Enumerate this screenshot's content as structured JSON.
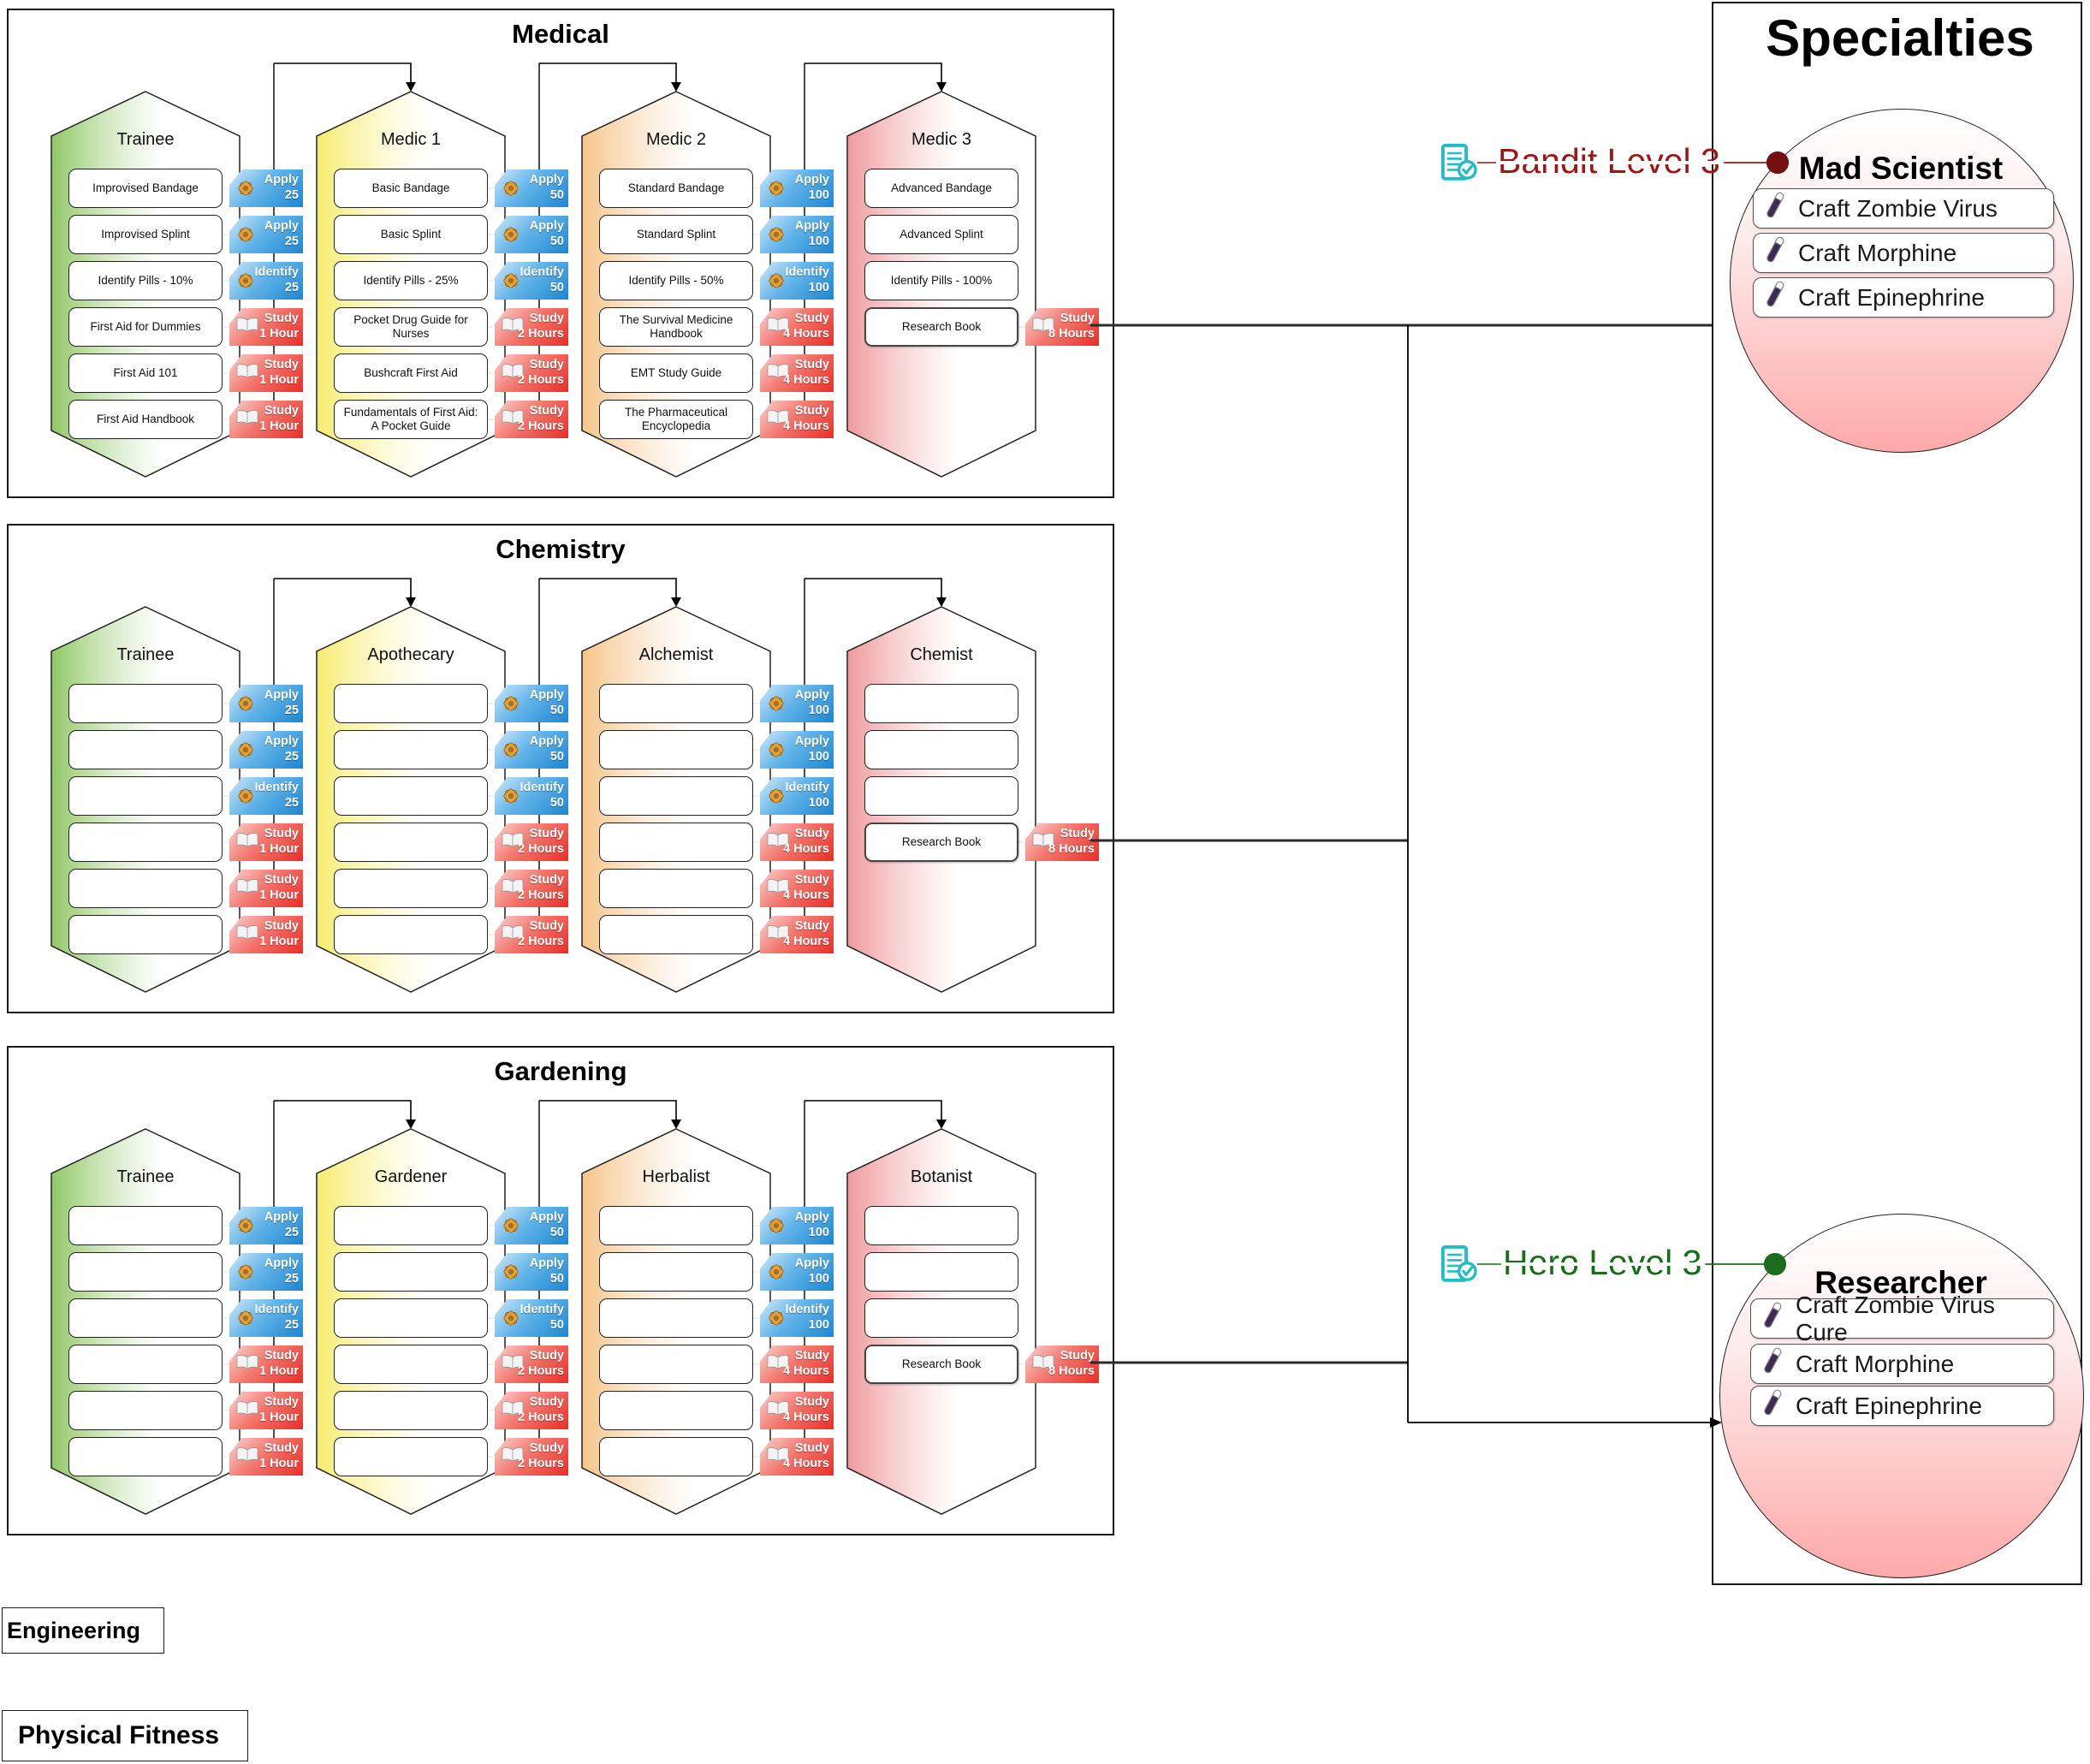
{
  "sections": [
    {
      "title": "Medical",
      "tiers": [
        {
          "name": "Trainee",
          "color": "green",
          "items": [
            "Improvised Bandage",
            "Improvised Splint",
            "Identify Pills - 10%",
            "First Aid for Dummies",
            "First Aid 101",
            "First Aid Handbook"
          ],
          "badges": [
            {
              "kind": "apply",
              "line1": "Apply",
              "line2": "25"
            },
            {
              "kind": "apply",
              "line1": "Apply",
              "line2": "25"
            },
            {
              "kind": "identify",
              "line1": "Identify",
              "line2": "25"
            },
            {
              "kind": "study",
              "line1": "Study",
              "line2": "1 Hour"
            },
            {
              "kind": "study",
              "line1": "Study",
              "line2": "1 Hour"
            },
            {
              "kind": "study",
              "line1": "Study",
              "line2": "1 Hour"
            }
          ]
        },
        {
          "name": "Medic 1",
          "color": "yellow",
          "items": [
            "Basic Bandage",
            "Basic Splint",
            "Identify Pills - 25%",
            "Pocket Drug Guide for Nurses",
            "Bushcraft First Aid",
            "Fundamentals of First Aid: A Pocket Guide"
          ],
          "badges": [
            {
              "kind": "apply",
              "line1": "Apply",
              "line2": "50"
            },
            {
              "kind": "apply",
              "line1": "Apply",
              "line2": "50"
            },
            {
              "kind": "identify",
              "line1": "Identify",
              "line2": "50"
            },
            {
              "kind": "study",
              "line1": "Study",
              "line2": "2 Hours"
            },
            {
              "kind": "study",
              "line1": "Study",
              "line2": "2 Hours"
            },
            {
              "kind": "study",
              "line1": "Study",
              "line2": "2 Hours"
            }
          ]
        },
        {
          "name": "Medic 2",
          "color": "orange",
          "items": [
            "Standard Bandage",
            "Standard Splint",
            "Identify Pills - 50%",
            "The Survival Medicine Handbook",
            "EMT Study Guide",
            "The Pharmaceutical Encyclopedia"
          ],
          "badges": [
            {
              "kind": "apply",
              "line1": "Apply",
              "line2": "100"
            },
            {
              "kind": "apply",
              "line1": "Apply",
              "line2": "100"
            },
            {
              "kind": "identify",
              "line1": "Identify",
              "line2": "100"
            },
            {
              "kind": "study",
              "line1": "Study",
              "line2": "4 Hours"
            },
            {
              "kind": "study",
              "line1": "Study",
              "line2": "4 Hours"
            },
            {
              "kind": "study",
              "line1": "Study",
              "line2": "4 Hours"
            }
          ]
        },
        {
          "name": "Medic 3",
          "color": "red",
          "items": [
            "Advanced Bandage",
            "Advanced Splint",
            "Identify Pills - 100%",
            "Research Book"
          ],
          "research_badge": {
            "kind": "study",
            "line1": "Study",
            "line2": "8 Hours"
          }
        }
      ]
    },
    {
      "title": "Chemistry",
      "tiers": [
        {
          "name": "Trainee",
          "color": "green",
          "items": [
            "",
            "",
            "",
            "",
            "",
            ""
          ],
          "badges": [
            {
              "kind": "apply",
              "line1": "Apply",
              "line2": "25"
            },
            {
              "kind": "apply",
              "line1": "Apply",
              "line2": "25"
            },
            {
              "kind": "identify",
              "line1": "Identify",
              "line2": "25"
            },
            {
              "kind": "study",
              "line1": "Study",
              "line2": "1 Hour"
            },
            {
              "kind": "study",
              "line1": "Study",
              "line2": "1 Hour"
            },
            {
              "kind": "study",
              "line1": "Study",
              "line2": "1 Hour"
            }
          ]
        },
        {
          "name": "Apothecary",
          "color": "yellow",
          "items": [
            "",
            "",
            "",
            "",
            "",
            ""
          ],
          "badges": [
            {
              "kind": "apply",
              "line1": "Apply",
              "line2": "50"
            },
            {
              "kind": "apply",
              "line1": "Apply",
              "line2": "50"
            },
            {
              "kind": "identify",
              "line1": "Identify",
              "line2": "50"
            },
            {
              "kind": "study",
              "line1": "Study",
              "line2": "2 Hours"
            },
            {
              "kind": "study",
              "line1": "Study",
              "line2": "2 Hours"
            },
            {
              "kind": "study",
              "line1": "Study",
              "line2": "2 Hours"
            }
          ]
        },
        {
          "name": "Alchemist",
          "color": "orange",
          "items": [
            "",
            "",
            "",
            "",
            "",
            ""
          ],
          "badges": [
            {
              "kind": "apply",
              "line1": "Apply",
              "line2": "100"
            },
            {
              "kind": "apply",
              "line1": "Apply",
              "line2": "100"
            },
            {
              "kind": "identify",
              "line1": "Identify",
              "line2": "100"
            },
            {
              "kind": "study",
              "line1": "Study",
              "line2": "4 Hours"
            },
            {
              "kind": "study",
              "line1": "Study",
              "line2": "4 Hours"
            },
            {
              "kind": "study",
              "line1": "Study",
              "line2": "4 Hours"
            }
          ]
        },
        {
          "name": "Chemist",
          "color": "red",
          "items": [
            "",
            "",
            "",
            "Research Book"
          ],
          "research_badge": {
            "kind": "study",
            "line1": "Study",
            "line2": "8 Hours"
          }
        }
      ]
    },
    {
      "title": "Gardening",
      "tiers": [
        {
          "name": "Trainee",
          "color": "green",
          "items": [
            "",
            "",
            "",
            "",
            "",
            ""
          ],
          "badges": [
            {
              "kind": "apply",
              "line1": "Apply",
              "line2": "25"
            },
            {
              "kind": "apply",
              "line1": "Apply",
              "line2": "25"
            },
            {
              "kind": "identify",
              "line1": "Identify",
              "line2": "25"
            },
            {
              "kind": "study",
              "line1": "Study",
              "line2": "1 Hour"
            },
            {
              "kind": "study",
              "line1": "Study",
              "line2": "1 Hour"
            },
            {
              "kind": "study",
              "line1": "Study",
              "line2": "1 Hour"
            }
          ]
        },
        {
          "name": "Gardener",
          "color": "yellow",
          "items": [
            "",
            "",
            "",
            "",
            "",
            ""
          ],
          "badges": [
            {
              "kind": "apply",
              "line1": "Apply",
              "line2": "50"
            },
            {
              "kind": "apply",
              "line1": "Apply",
              "line2": "50"
            },
            {
              "kind": "identify",
              "line1": "Identify",
              "line2": "50"
            },
            {
              "kind": "study",
              "line1": "Study",
              "line2": "2 Hours"
            },
            {
              "kind": "study",
              "line1": "Study",
              "line2": "2 Hours"
            },
            {
              "kind": "study",
              "line1": "Study",
              "line2": "2 Hours"
            }
          ]
        },
        {
          "name": "Herbalist",
          "color": "orange",
          "items": [
            "",
            "",
            "",
            "",
            "",
            ""
          ],
          "badges": [
            {
              "kind": "apply",
              "line1": "Apply",
              "line2": "100"
            },
            {
              "kind": "apply",
              "line1": "Apply",
              "line2": "100"
            },
            {
              "kind": "identify",
              "line1": "Identify",
              "line2": "100"
            },
            {
              "kind": "study",
              "line1": "Study",
              "line2": "4 Hours"
            },
            {
              "kind": "study",
              "line1": "Study",
              "line2": "4 Hours"
            },
            {
              "kind": "study",
              "line1": "Study",
              "line2": "4 Hours"
            }
          ]
        },
        {
          "name": "Botanist",
          "color": "red",
          "items": [
            "",
            "",
            "",
            "Research Book"
          ],
          "research_badge": {
            "kind": "study",
            "line1": "Study",
            "line2": "8 Hours"
          }
        }
      ]
    }
  ],
  "specialties": {
    "title": "Specialties",
    "nodes": [
      {
        "name": "Mad Scientist",
        "requirement": "Bandit Level 3",
        "requirement_color": "#9E1616",
        "dot_color": "#741012",
        "items": [
          "Craft Zombie Virus",
          "Craft Morphine",
          "Craft Epinephrine"
        ]
      },
      {
        "name": "Researcher",
        "requirement": "Hero Level 3",
        "requirement_color": "#157015",
        "dot_color": "#1D6B1D",
        "items": [
          "Craft Zombie Virus Cure",
          "Craft Morphine",
          "Craft Epinephrine"
        ]
      }
    ]
  },
  "footer_boxes": [
    {
      "label": "Engineering"
    },
    {
      "label": "Physical Fitness"
    }
  ],
  "colors": {
    "tier_green": "#8FC763",
    "tier_yellow": "#F7EC6E",
    "tier_orange": "#F5C488",
    "tier_red": "#F0989B",
    "badge_blue_dark": "#1d86d0",
    "badge_red_dark": "#e92e28",
    "checklist_icon_teal": "#1FBDC5",
    "connector_black": "#2b2b2b"
  }
}
